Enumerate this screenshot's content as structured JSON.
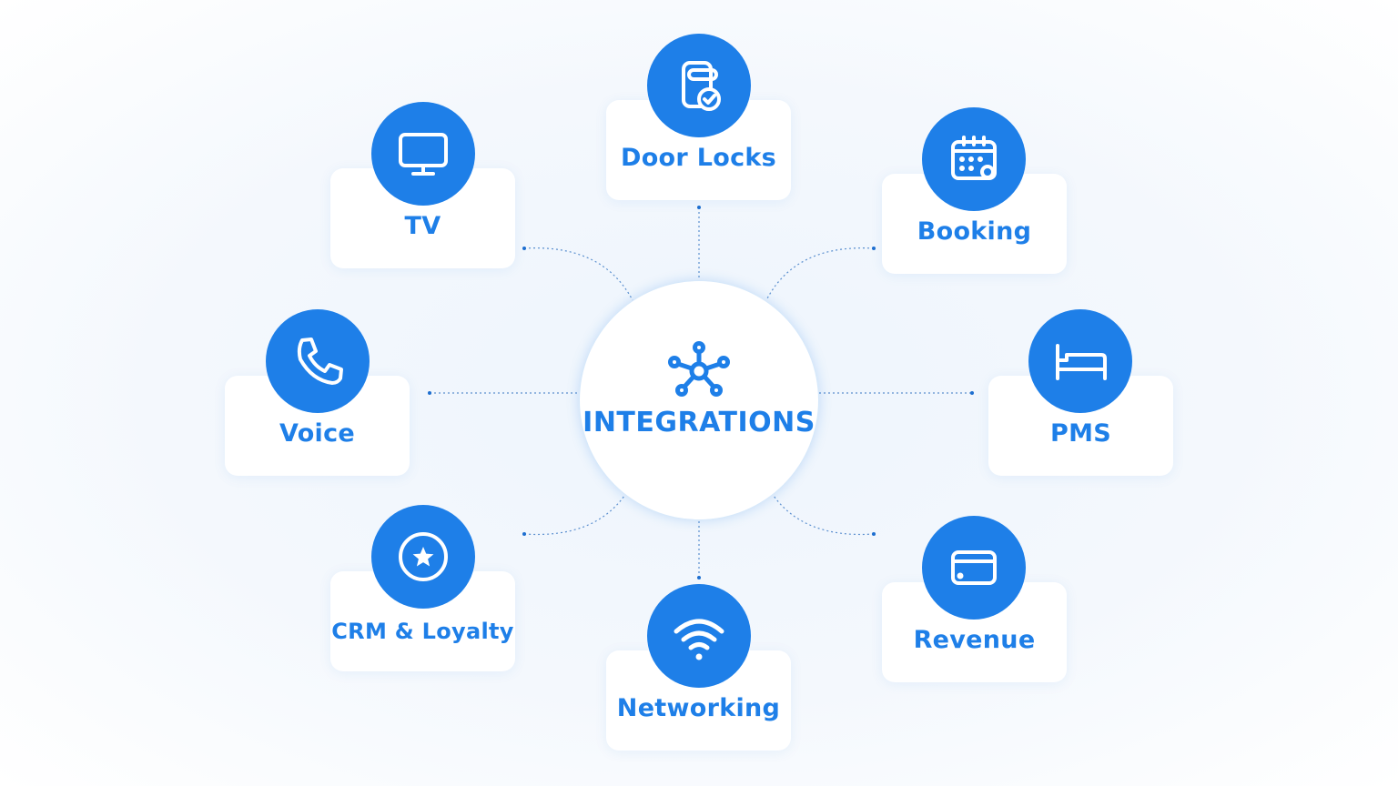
{
  "hub": {
    "title": "INTEGRATIONS",
    "icon": "network-hub-icon"
  },
  "accent_color": "#1e7fe8",
  "nodes": [
    {
      "label": "Door Locks",
      "icon": "door-lock-icon"
    },
    {
      "label": "TV",
      "icon": "tv-icon"
    },
    {
      "label": "Booking",
      "icon": "calendar-icon"
    },
    {
      "label": "Voice",
      "icon": "phone-icon"
    },
    {
      "label": "PMS",
      "icon": "bed-icon"
    },
    {
      "label": "CRM & Loyalty",
      "icon": "star-badge-icon"
    },
    {
      "label": "Revenue",
      "icon": "card-icon"
    },
    {
      "label": "Networking",
      "icon": "wifi-icon"
    }
  ]
}
